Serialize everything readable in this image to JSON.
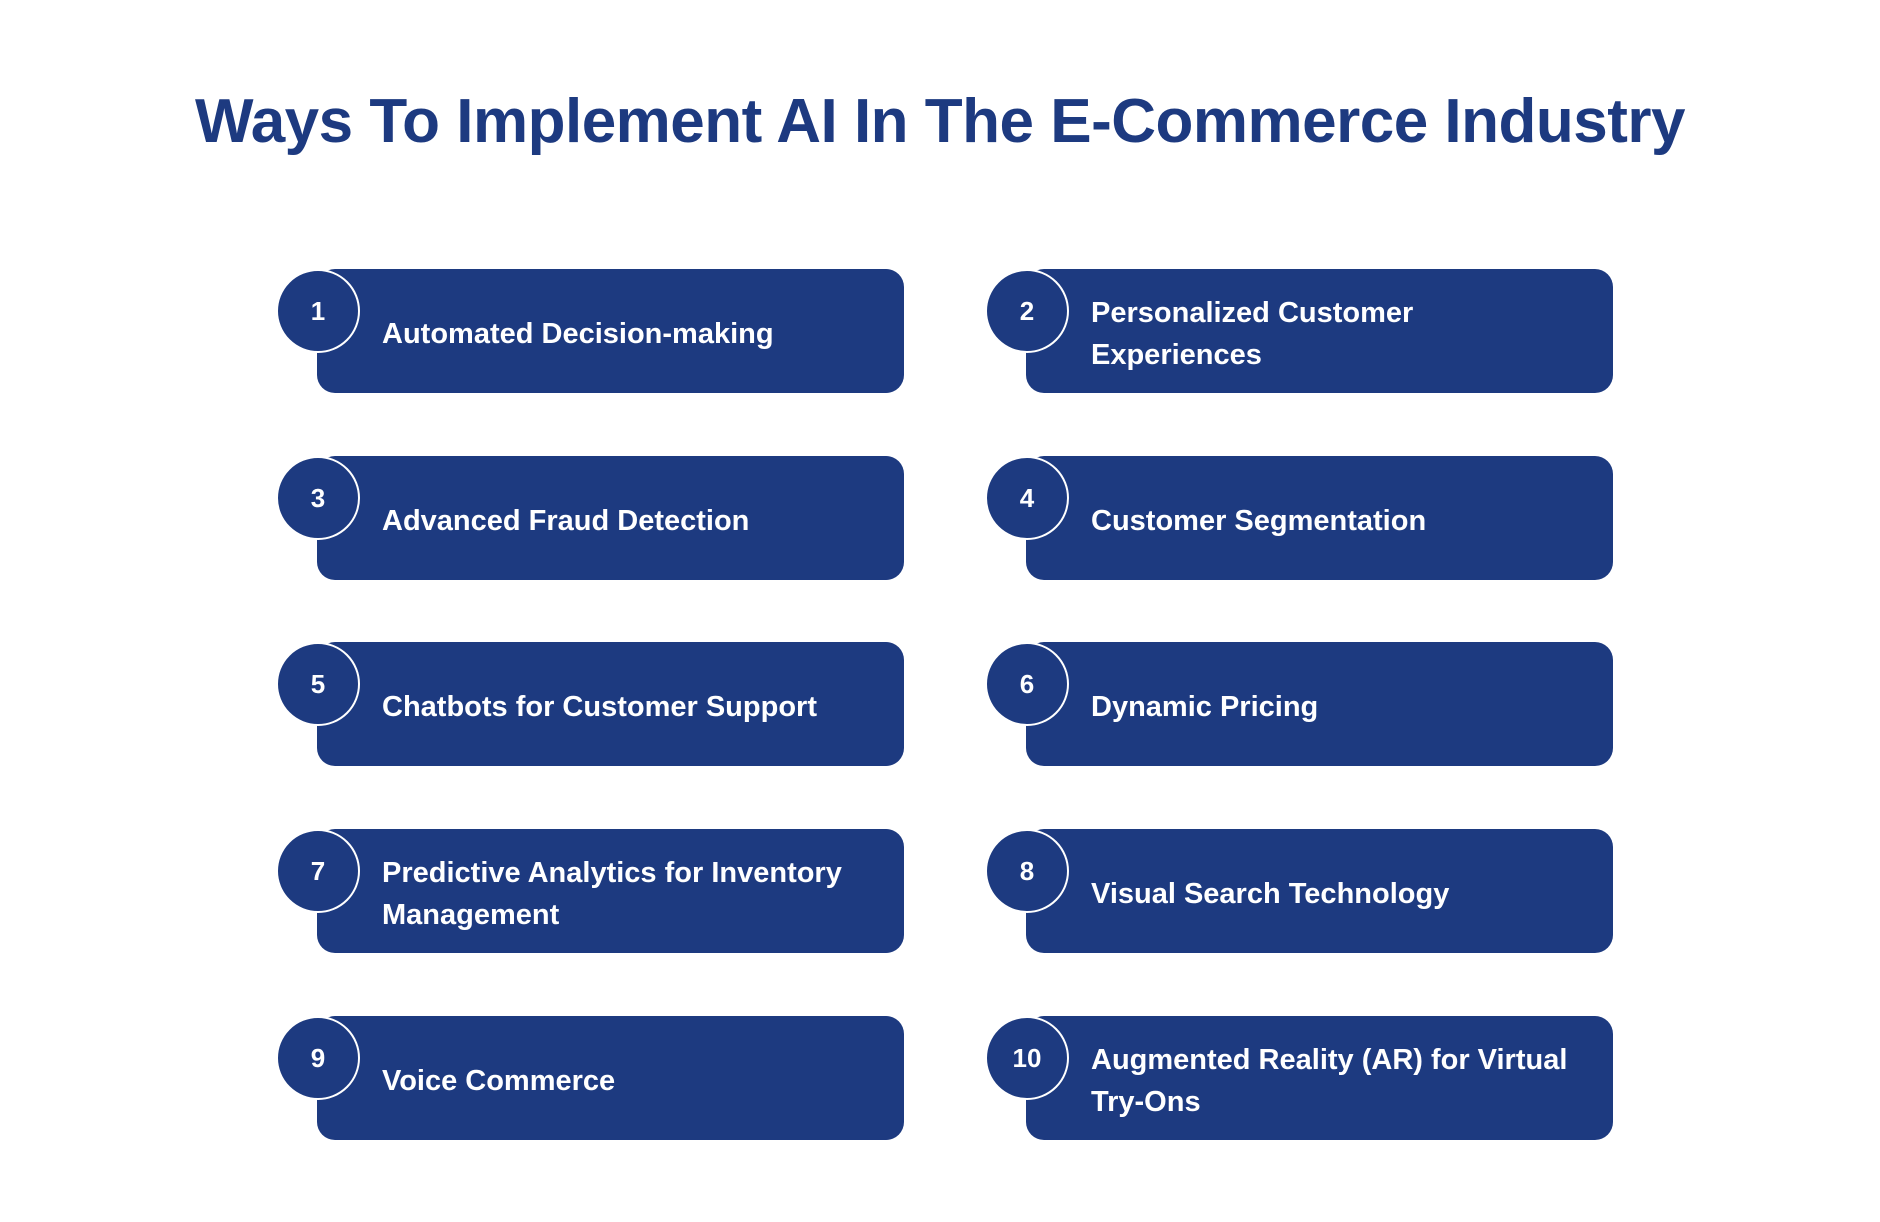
{
  "title": "Ways To Implement AI In The E-Commerce Industry",
  "items": [
    {
      "number": "1",
      "label": "Automated Decision-making"
    },
    {
      "number": "2",
      "label": "Personalized Customer Experiences"
    },
    {
      "number": "3",
      "label": "Advanced Fraud Detection"
    },
    {
      "number": "4",
      "label": "Customer Segmentation"
    },
    {
      "number": "5",
      "label": "Chatbots for Customer Support"
    },
    {
      "number": "6",
      "label": "Dynamic Pricing"
    },
    {
      "number": "7",
      "label": "Predictive Analytics for Inventory Management"
    },
    {
      "number": "8",
      "label": "Visual Search Technology"
    },
    {
      "number": "9",
      "label": "Voice Commerce"
    },
    {
      "number": "10",
      "label": "Augmented Reality (AR) for Virtual Try-Ons"
    }
  ],
  "colors": {
    "primary": "#1d3a80",
    "background": "#ffffff"
  }
}
